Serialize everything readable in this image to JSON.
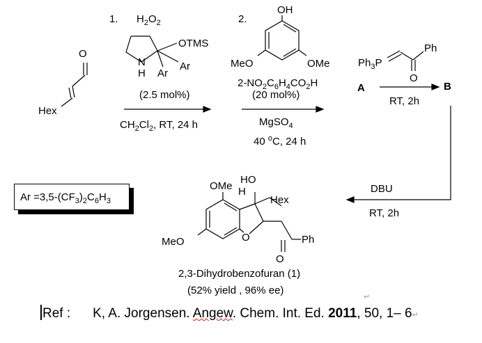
{
  "step1": {
    "number": "1.",
    "reagent": "H2O2",
    "catalyst_groups": [
      "OTMS",
      "N",
      "H",
      "Ar",
      "Ar"
    ],
    "loading": "(2.5 mol%)",
    "conditions": "CH2Cl2, RT, 24 h"
  },
  "start": {
    "label": "Hex",
    "atom": "O"
  },
  "step2": {
    "number": "2.",
    "reagent_groups": [
      "OH",
      "MeO",
      "OMe"
    ],
    "acid": "2-NO2C6H4CO2H",
    "loading": "(20 mol%)",
    "additive": "MgSO4",
    "temp": "40 oC, 24 h"
  },
  "ylide": {
    "ph3p": "Ph3P",
    "ph": "Ph",
    "o": "O",
    "label": "A"
  },
  "product_b": {
    "label": "B",
    "conditions": "RT, 2h"
  },
  "step_dbu": {
    "reagent": "DBU",
    "conditions": "RT, 2h"
  },
  "ar_def": "Ar =3,5-(CF3)2C6H3",
  "product": {
    "groups": [
      "HO",
      "OMe",
      "H",
      "Hex",
      "MeO",
      "O",
      "O",
      "Ph"
    ],
    "name": "2,3-Dihydrobenzofuran (1)",
    "yield": "(52% yield , 96% ee)"
  },
  "reference": {
    "prefix": "Ref :",
    "authors": "K, A. Jorgensen. ",
    "journal_a": "Angew",
    "journal_b": ". Chem. Int. Ed. ",
    "year": "2011",
    "rest": ", 50, 1– 6"
  }
}
